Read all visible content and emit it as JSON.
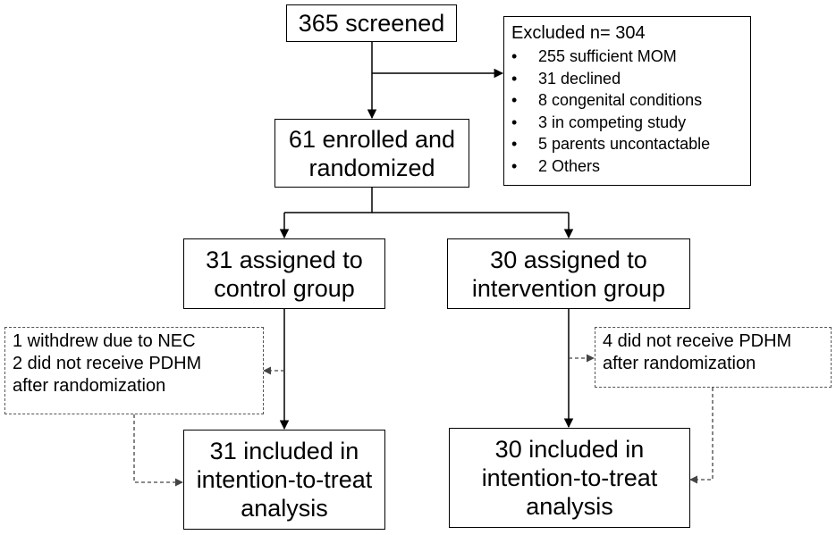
{
  "screened": {
    "text": "365 screened"
  },
  "excluded": {
    "title": "Excluded n= 304",
    "bullet": "•",
    "items": [
      "255 sufficient MOM",
      "31 declined",
      "8 congenital conditions",
      "3 in competing study",
      "5 parents uncontactable",
      "2 Others"
    ]
  },
  "enrolled": {
    "line1": "61 enrolled and",
    "line2": "randomized"
  },
  "control": {
    "line1": "31 assigned to",
    "line2": "control group"
  },
  "intervention": {
    "line1": "30 assigned to",
    "line2": "intervention group"
  },
  "control_withdrawn": {
    "line1": "1 withdrew due to NEC",
    "line2": "2 did not receive PDHM",
    "line3": "after randomization"
  },
  "intervention_withdrawn": {
    "line1": "4 did not receive PDHM",
    "line2": "after randomization"
  },
  "control_itt": {
    "line1": "31 included in",
    "line2": "intention-to-treat",
    "line3": "analysis"
  },
  "intervention_itt": {
    "line1": "30 included in",
    "line2": "intention-to-treat",
    "line3": "analysis"
  }
}
